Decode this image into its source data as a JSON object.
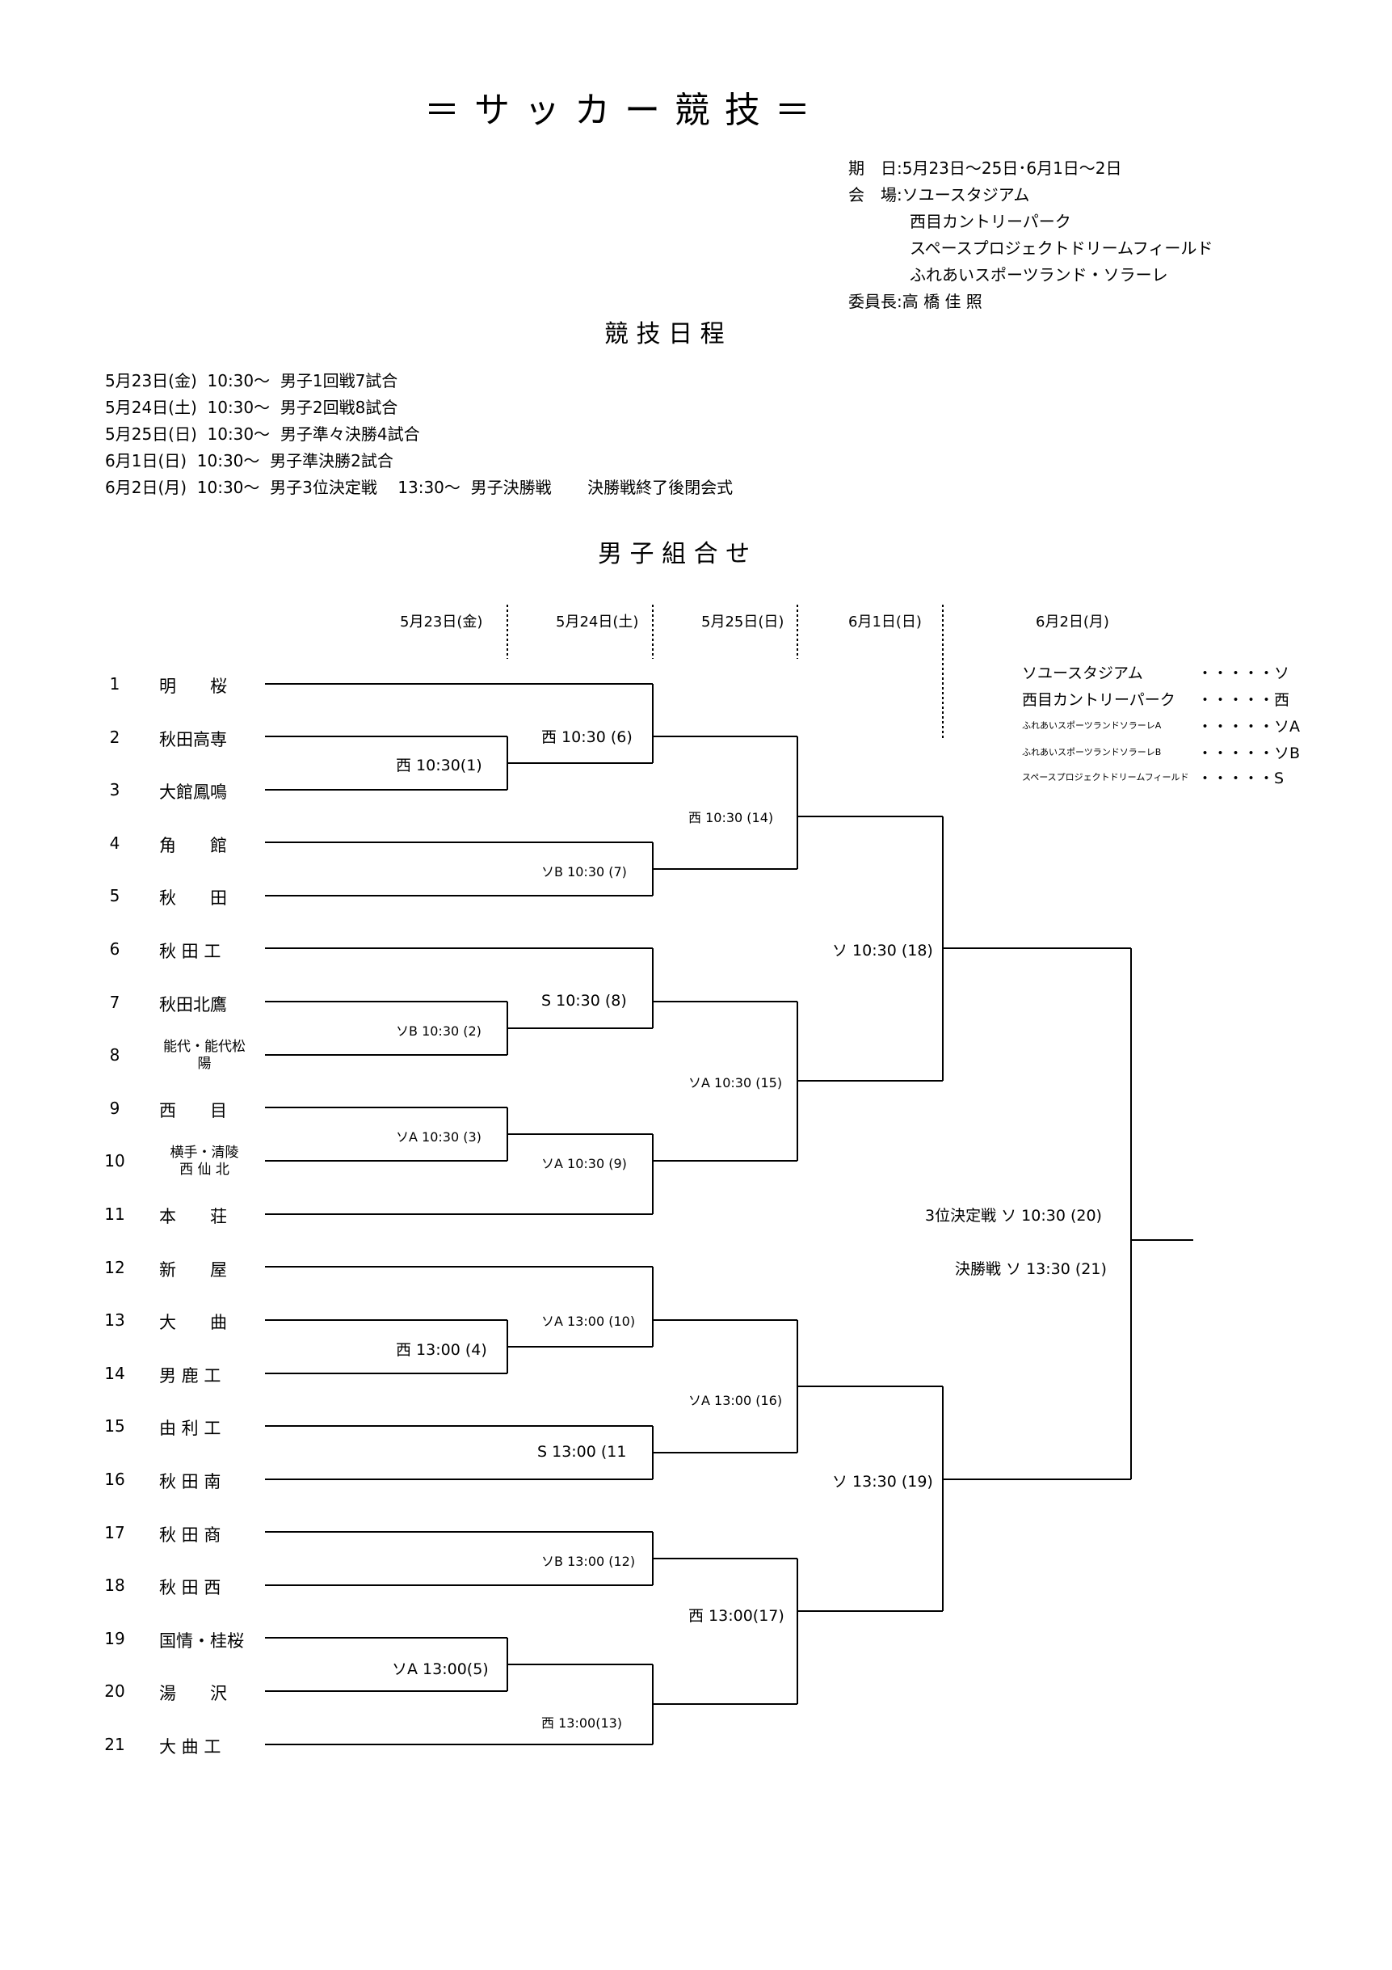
{
  "title": "＝ サ ッ カ ー 競 技 ＝",
  "info": {
    "period": "期　日:5月23日～25日･6月1日～2日",
    "venue_label": "会　場:ソユースタジアム",
    "venues_more": [
      "西目カントリーパーク",
      "スペースプロジェクトドリームフィールド",
      "ふれあいスポーツランド・ソラーレ"
    ],
    "chair": "委員長:高 橋 佳 照"
  },
  "schedule_title": "競 技 日 程",
  "schedule": [
    "5月23日(金)  10:30～  男子1回戦7試合",
    "5月24日(土)  10:30～  男子2回戦8試合",
    "5月25日(日)  10:30～  男子準々決勝4試合",
    "6月1日(日)  10:30～  男子準決勝2試合",
    "6月2日(月)  10:30～  男子3位決定戦    13:30～  男子決勝戦       決勝戦終了後閉会式"
  ],
  "bracket_title": "男 子 組 合 せ",
  "column_dates": [
    "5月23日(金)",
    "5月24日(土)",
    "5月25日(日)",
    "6月1日(日)",
    "6月2日(月)"
  ],
  "teams": [
    {
      "no": "1",
      "name": "明　　桜"
    },
    {
      "no": "2",
      "name": "秋田高専"
    },
    {
      "no": "3",
      "name": "大館鳳鳴"
    },
    {
      "no": "4",
      "name": "角　　館"
    },
    {
      "no": "5",
      "name": "秋　　田"
    },
    {
      "no": "6",
      "name": "秋 田 工"
    },
    {
      "no": "7",
      "name": "秋田北鷹"
    },
    {
      "no": "8",
      "name": "能代・能代松\n陽"
    },
    {
      "no": "9",
      "name": "西　　目"
    },
    {
      "no": "10",
      "name": "横手・清陵\n西 仙 北"
    },
    {
      "no": "11",
      "name": "本　　荘"
    },
    {
      "no": "12",
      "name": "新　　屋"
    },
    {
      "no": "13",
      "name": "大　　曲"
    },
    {
      "no": "14",
      "name": "男 鹿 工"
    },
    {
      "no": "15",
      "name": "由 利 工"
    },
    {
      "no": "16",
      "name": "秋 田 南"
    },
    {
      "no": "17",
      "name": "秋 田 商"
    },
    {
      "no": "18",
      "name": "秋 田 西"
    },
    {
      "no": "19",
      "name": "国情・桂桜"
    },
    {
      "no": "20",
      "name": "湯　　沢"
    },
    {
      "no": "21",
      "name": "大 曲 工"
    }
  ],
  "matches": {
    "m1": "西  10:30(1)",
    "m2": "ソB  10:30 (2)",
    "m3": "ソA  10:30 (3)",
    "m4": "西  13:00 (4)",
    "m5": "ソA  13:00(5)",
    "m6": "西  10:30 (6)",
    "m7": "ソB  10:30 (7)",
    "m8": "S  10:30 (8)",
    "m9": "ソA  10:30 (9)",
    "m10": "ソA  13:00 (10)",
    "m11": "S  13:00 (11",
    "m12": "ソB  13:00 (12)",
    "m13": "西  13:00(13)",
    "m14": "西  10:30 (14)",
    "m15": "ソA  10:30 (15)",
    "m16": "ソA  13:00 (16)",
    "m17": "西  13:00(17)",
    "m18": "ソ  10:30 (18)",
    "m19": "ソ  13:30 (19)",
    "m20": "3位決定戦  ソ  10:30 (20)",
    "m21": "決勝戦  ソ  13:30 (21)"
  },
  "legend": [
    {
      "name": "ソユースタジアム",
      "code": "・・・・・ソ"
    },
    {
      "name": "西目カントリーパーク",
      "code": "・・・・・西"
    },
    {
      "name": "ふれあいスポーツランドソラーレA",
      "code": "・・・・・ソA"
    },
    {
      "name": "ふれあいスポーツランドソラーレB",
      "code": "・・・・・ソB"
    },
    {
      "name": "スペースプロジェクトドリームフィールド",
      "code": "・・・・・S"
    }
  ]
}
